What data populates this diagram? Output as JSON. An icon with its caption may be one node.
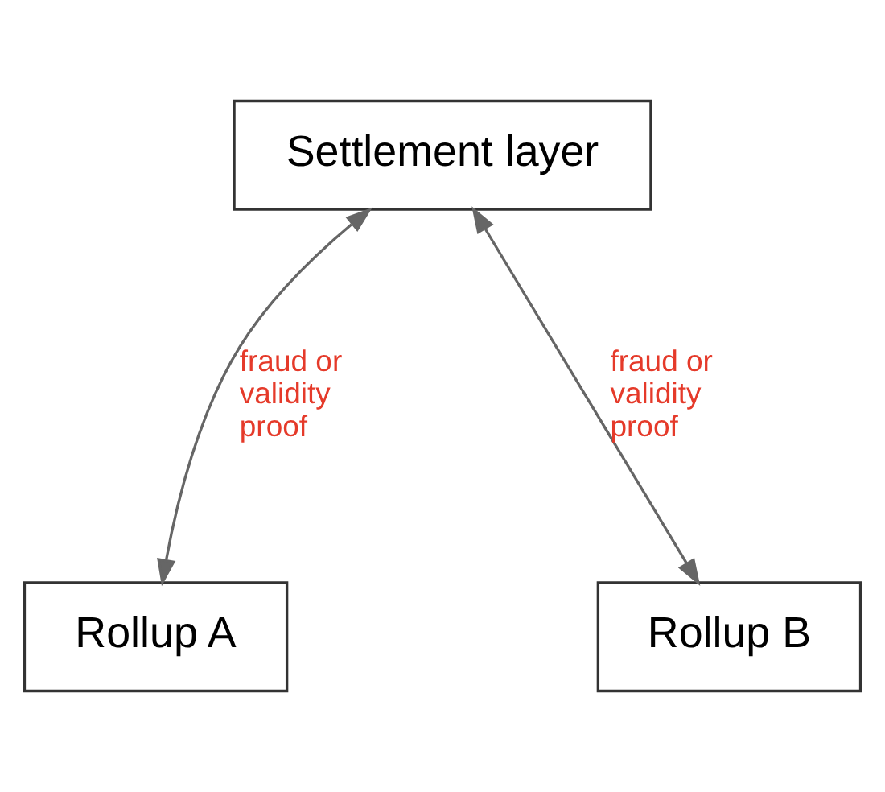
{
  "diagram": {
    "nodes": [
      {
        "text": [
          "Settlement layer"
        ]
      },
      {
        "text": [
          "Rollup A"
        ]
      },
      {
        "text": [
          "Rollup B"
        ]
      }
    ],
    "edges": [
      {
        "from": 0,
        "to": 1,
        "arrow": "both",
        "label": "fraud or validity proof"
      },
      {
        "from": 0,
        "to": 2,
        "arrow": "both",
        "label": "fraud or validity proof"
      }
    ]
  }
}
